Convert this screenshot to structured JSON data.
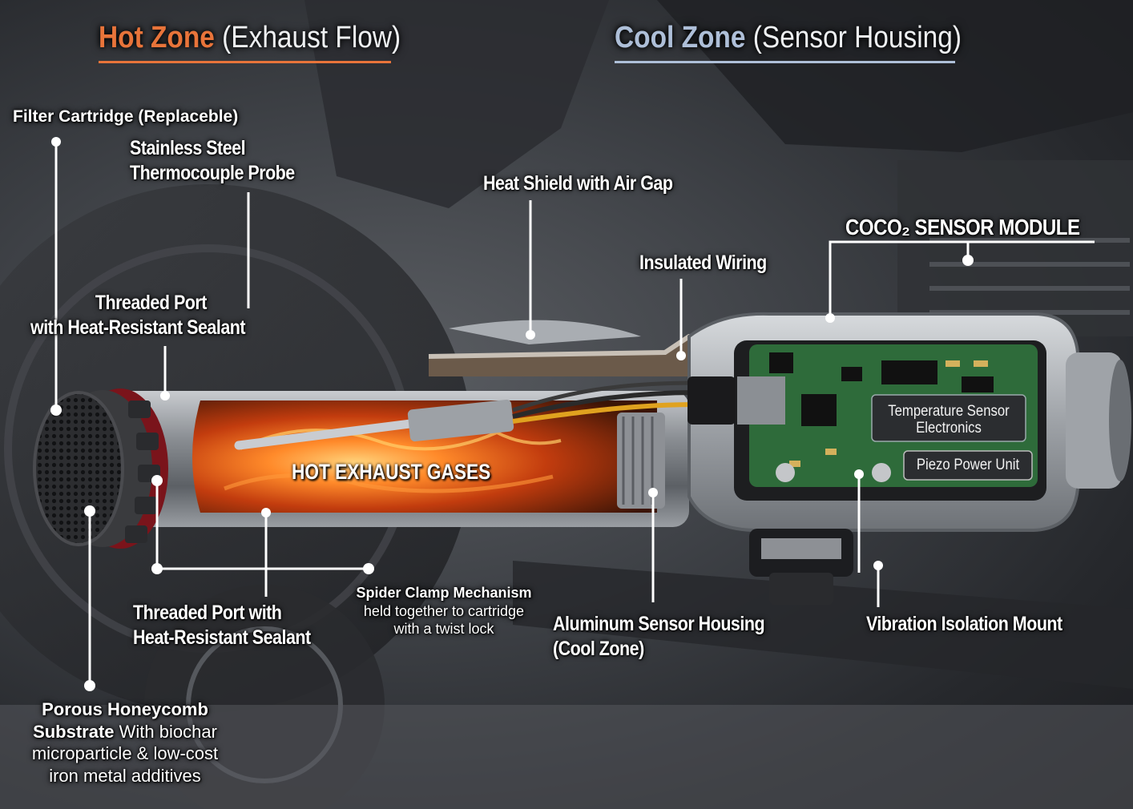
{
  "zones": {
    "hot": {
      "bold": "Hot Zone",
      "rest": " (Exhaust Flow)",
      "color": "#e8743a"
    },
    "cool": {
      "bold": "Cool Zone",
      "rest": " (Sensor Housing)",
      "color": "#aebfd8"
    }
  },
  "labels": {
    "filter_cartridge": "Filter Cartridge (Replaceble)",
    "thermocouple_line1": "Stainless Steel",
    "thermocouple_line2": "Thermocouple Probe",
    "threaded_port_top_line1": "Threaded Port",
    "threaded_port_top_line2": "with Heat-Resistant Sealant",
    "heat_shield": "Heat Shield with Air Gap",
    "insulated_wiring": "Insulated Wiring",
    "sensor_module": "COCO₂ SENSOR MODULE",
    "hot_exhaust": "HOT EXHAUST GASES",
    "temp_sensor_line1": "Temperature Sensor",
    "temp_sensor_line2": "Electronics",
    "piezo": "Piezo Power Unit",
    "threaded_port_bottom_line1": "Threaded Port with",
    "threaded_port_bottom_line2": "Heat-Resistant Sealant",
    "spider_clamp_title": "Spider Clamp Mechanism",
    "spider_clamp_line2": "held together to cartridge",
    "spider_clamp_line3": "with a twist lock",
    "aluminum_line1": "Aluminum Sensor Housing",
    "aluminum_line2": "(Cool Zone)",
    "vibration_mount": "Vibration Isolation Mount",
    "honeycomb_bold1": "Porous Honeycomb",
    "honeycomb_bold2": "Substrate",
    "honeycomb_rest2": " With biochar",
    "honeycomb_line3": "microparticle & low-cost",
    "honeycomb_line4": "iron metal additives"
  },
  "colors": {
    "accent_hot": "#e8743a",
    "accent_cool": "#aebfd8",
    "pcb": "#2e6b3a",
    "cap_red": "#8e1b22"
  }
}
